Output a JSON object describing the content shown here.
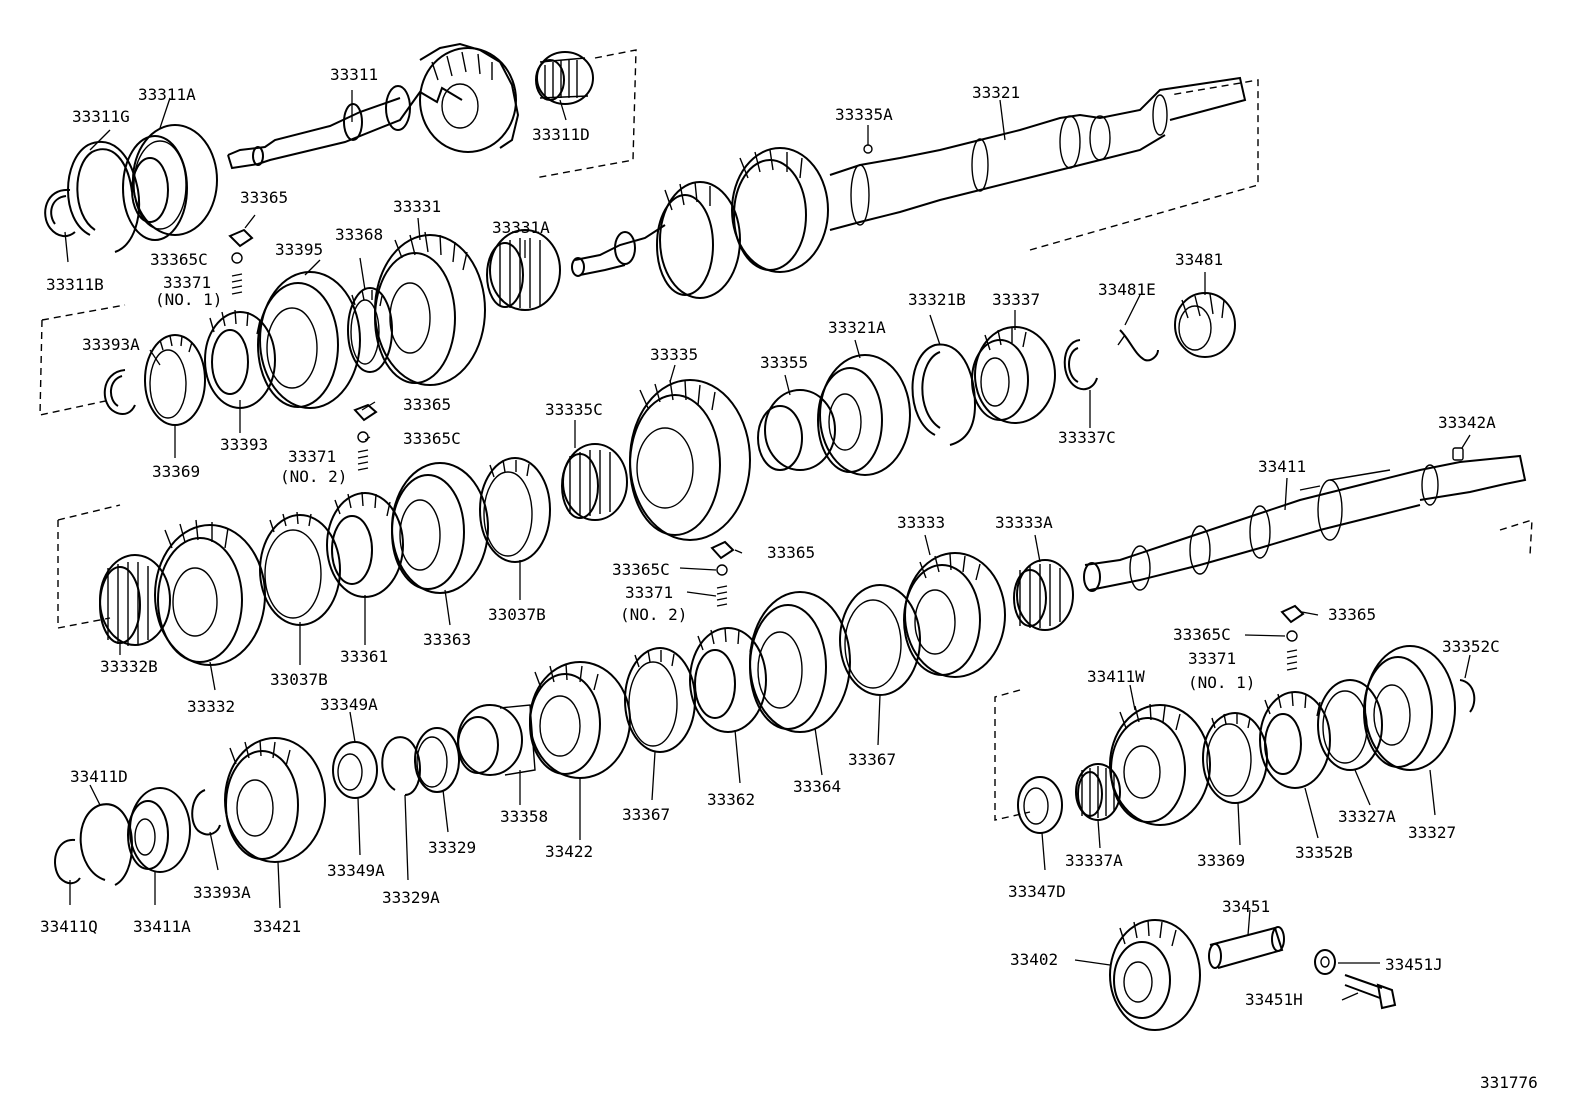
{
  "diagram_id": "331776",
  "labels": {
    "l_33311": "33311",
    "l_33311A": "33311A",
    "l_33311G": "33311G",
    "l_33311B": "33311B",
    "l_33311D": "33311D",
    "l_33321": "33321",
    "l_33335A": "33335A",
    "l_33365_a": "33365",
    "l_33365C_a": "33365C",
    "l_33371_a": "33371",
    "l_no1_a": "(NO. 1)",
    "l_33395": "33395",
    "l_33368": "33368",
    "l_33331": "33331",
    "l_33331A": "33331A",
    "l_33481": "33481",
    "l_33481E": "33481E",
    "l_33393A_a": "33393A",
    "l_33393": "33393",
    "l_33369_a": "33369",
    "l_33321B": "33321B",
    "l_33337": "33337",
    "l_33321A": "33321A",
    "l_33355": "33355",
    "l_33335": "33335",
    "l_33335C": "33335C",
    "l_33337C": "33337C",
    "l_33365_b": "33365",
    "l_33365C_b": "33365C",
    "l_33371_b": "33371",
    "l_no2_b": "(NO. 2)",
    "l_33342A": "33342A",
    "l_33411": "33411",
    "l_33333": "33333",
    "l_33333A": "33333A",
    "l_33365_c": "33365",
    "l_33365C_c": "33365C",
    "l_33371_c": "33371",
    "l_no2_c": "(NO. 2)",
    "l_33037B_a": "33037B",
    "l_33363": "33363",
    "l_33361": "33361",
    "l_33037B_b": "33037B",
    "l_33332B": "33332B",
    "l_33332": "33332",
    "l_33365_d": "33365",
    "l_33365C_d": "33365C",
    "l_33371_d": "33371",
    "l_no1_d": "(NO. 1)",
    "l_33352C": "33352C",
    "l_33411W": "33411W",
    "l_33349A_a": "33349A",
    "l_33411D": "33411D",
    "l_33367_a": "33367",
    "l_33364": "33364",
    "l_33362": "33362",
    "l_33367_b": "33367",
    "l_33422": "33422",
    "l_33358": "33358",
    "l_33329": "33329",
    "l_33349A_b": "33349A",
    "l_33329A": "33329A",
    "l_33393A_b": "33393A",
    "l_33421": "33421",
    "l_33411A": "33411A",
    "l_33411Q": "33411Q",
    "l_33327A": "33327A",
    "l_33327": "33327",
    "l_33352B": "33352B",
    "l_33369_b": "33369",
    "l_33337A": "33337A",
    "l_33347D": "33347D",
    "l_33451": "33451",
    "l_33402": "33402",
    "l_33451J": "33451J",
    "l_33451H": "33451H"
  }
}
